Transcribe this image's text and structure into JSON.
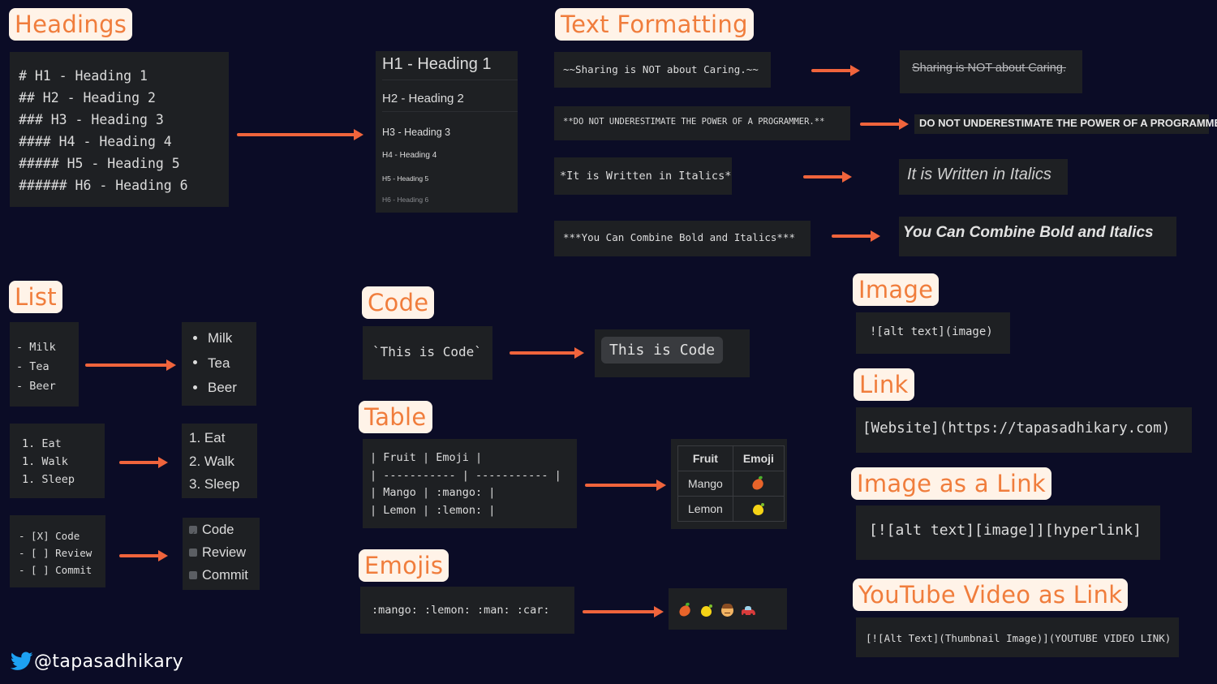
{
  "colors": {
    "background": "#0b0c26",
    "tag_bg": "#fff3e8",
    "tag_text": "#f07d3c",
    "arrow": "#f0643c",
    "box_bg": "#1e2023"
  },
  "sections": {
    "headings": {
      "title": "Headings",
      "markdown": [
        "# H1 - Heading 1",
        "## H2 - Heading 2",
        "### H3 - Heading 3",
        "#### H4 - Heading 4",
        "##### H5 - Heading 5",
        "###### H6 - Heading 6"
      ],
      "rendered": [
        "H1 - Heading 1",
        "H2 - Heading 2",
        "H3 - Heading 3",
        "H4 - Heading 4",
        "H5 - Heading 5",
        "H6 - Heading 6"
      ]
    },
    "text_formatting": {
      "title": "Text Formatting",
      "strike": {
        "markdown": "~~Sharing is NOT about Caring.~~",
        "rendered": "Sharing is NOT about Caring."
      },
      "bold": {
        "markdown": "**DO NOT UNDERESTIMATE THE POWER OF A PROGRAMMER.**",
        "rendered": "DO NOT UNDERESTIMATE THE POWER OF A PROGRAMMER."
      },
      "italic": {
        "markdown": "*It is Written in Italics*",
        "rendered": "It is Written in Italics"
      },
      "bold_italic": {
        "markdown": "***You Can Combine Bold and Italics***",
        "rendered": "You Can Combine Bold and Italics"
      }
    },
    "list": {
      "title": "List",
      "unordered": {
        "markdown": [
          "- Milk",
          "- Tea",
          "- Beer"
        ],
        "rendered": [
          "Milk",
          "Tea",
          "Beer"
        ]
      },
      "ordered": {
        "markdown": [
          "1. Eat",
          "1. Walk",
          "1. Sleep"
        ],
        "rendered": [
          "1. Eat",
          "2. Walk",
          "3. Sleep"
        ]
      },
      "tasks": {
        "markdown": [
          "- [X] Code",
          "- [ ] Review",
          "- [ ] Commit"
        ],
        "rendered": [
          {
            "label": "Code",
            "checked": true
          },
          {
            "label": "Review",
            "checked": false
          },
          {
            "label": "Commit",
            "checked": false
          }
        ]
      }
    },
    "code": {
      "title": "Code",
      "markdown": "`This is Code`",
      "rendered": "This is Code"
    },
    "table": {
      "title": "Table",
      "markdown": [
        "| Fruit | Emoji |",
        "| ----------- | ----------- |",
        "| Mango | :mango: |",
        "| Lemon | :lemon: |"
      ],
      "headers": [
        "Fruit",
        "Emoji"
      ],
      "rows": [
        {
          "fruit": "Mango",
          "emoji": "mango"
        },
        {
          "fruit": "Lemon",
          "emoji": "lemon"
        }
      ]
    },
    "emojis": {
      "title": "Emojis",
      "markdown": ":mango: :lemon: :man: :car:",
      "rendered": [
        "mango",
        "lemon",
        "man",
        "car"
      ]
    },
    "image": {
      "title": "Image",
      "markdown": "![alt text](image)"
    },
    "link": {
      "title": "Link",
      "markdown": "[Website](https://tapasadhikary.com)"
    },
    "image_link": {
      "title": "Image as a Link",
      "markdown": "[![alt text][image]][hyperlink]"
    },
    "youtube": {
      "title": "YouTube Video as Link",
      "markdown": "[![Alt Text](Thumbnail Image)](YOUTUBE VIDEO LINK)"
    }
  },
  "footer": {
    "handle": "@tapasadhikary",
    "icon": "twitter-bird-icon"
  }
}
